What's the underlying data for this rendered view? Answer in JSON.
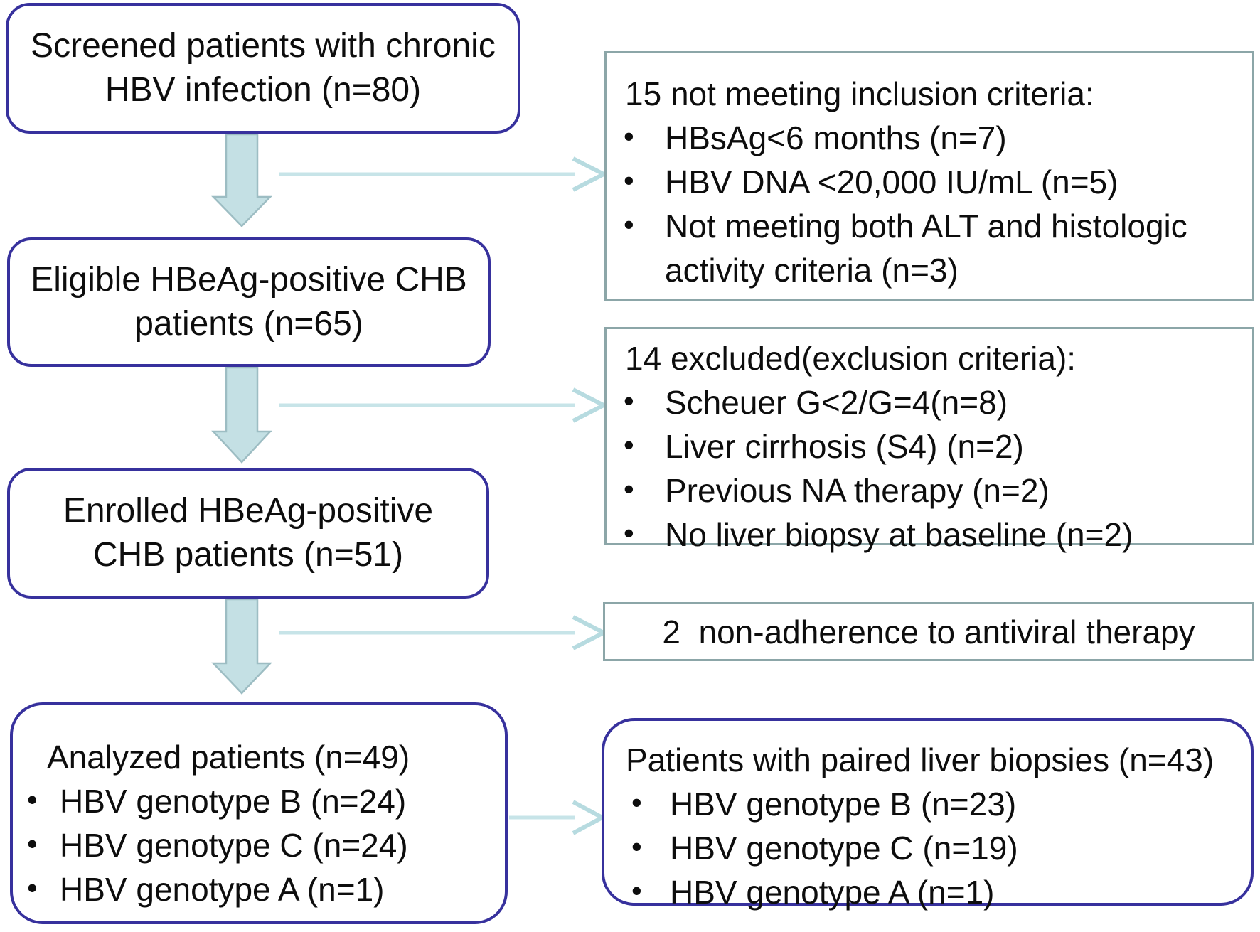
{
  "boxes": {
    "screened": {
      "line1": "Screened patients with chronic",
      "line2": "HBV infection (n=80)"
    },
    "eligible": {
      "line1": "Eligible HBeAg-positive CHB",
      "line2": "patients (n=65)"
    },
    "enrolled": {
      "line1": "Enrolled HBeAg-positive",
      "line2": "CHB patients (n=51)"
    },
    "analyzed": {
      "title": "Analyzed patients (n=49)",
      "items": [
        "HBV genotype B (n=24)",
        "HBV genotype C (n=24)",
        "HBV genotype A (n=1)"
      ]
    },
    "inclusion": {
      "title": "15 not meeting inclusion criteria:",
      "items": [
        "HBsAg<6 months (n=7)",
        "HBV DNA <20,000 IU/mL (n=5)",
        "Not meeting both ALT and histologic activity criteria (n=3)"
      ]
    },
    "exclusion": {
      "title": "14 excluded(exclusion criteria):",
      "items": [
        "Scheuer G<2/G=4(n=8)",
        "Liver cirrhosis (S4) (n=2)",
        "Previous NA therapy (n=2)",
        "No liver biopsy at baseline (n=2)"
      ]
    },
    "nonadherence": {
      "text": "2  non-adherence to antiviral therapy"
    },
    "paired": {
      "title": "Patients with paired liver biopsies (n=43)",
      "items": [
        "HBV genotype B (n=23)",
        "HBV genotype C (n=19)",
        "HBV genotype A (n=1)"
      ]
    }
  },
  "ui": {
    "bullet": "•",
    "colors": {
      "rounded_box_border": "#37319d",
      "square_box_border": "#8ca6a8",
      "block_arrow_fill": "#c4e0e4",
      "block_arrow_stroke": "#9dbdc3",
      "connector_line": "#c7e4e8",
      "connector_head": "#b7dbe0",
      "text": "#0d0d0d",
      "background": "#ffffff"
    }
  }
}
